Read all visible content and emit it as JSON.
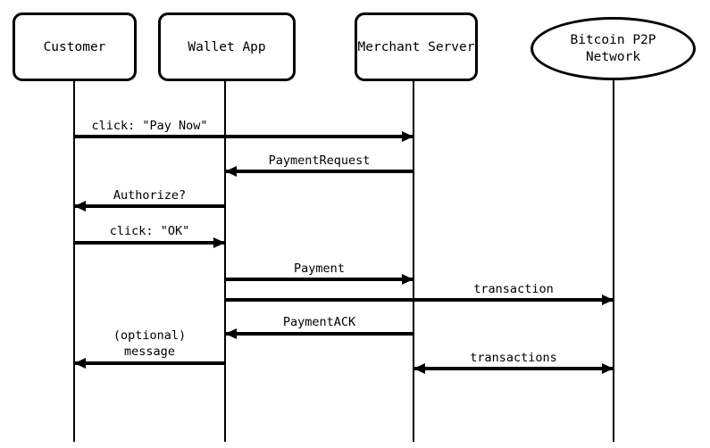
{
  "diagram": {
    "type": "sequence",
    "participants": [
      {
        "id": "customer",
        "label": "Customer",
        "shape": "rounded-rect"
      },
      {
        "id": "wallet-app",
        "label": "Wallet App",
        "shape": "rounded-rect"
      },
      {
        "id": "merchant-server",
        "label": "Merchant Server",
        "shape": "rounded-rect"
      },
      {
        "id": "bitcoin-p2p-network",
        "label": "Bitcoin P2P\nNetwork",
        "shape": "ellipse"
      }
    ],
    "messages": [
      {
        "label": "click: \"Pay Now\"",
        "from": "customer",
        "to": "merchant-server",
        "arrow": "right"
      },
      {
        "label": "PaymentRequest",
        "from": "merchant-server",
        "to": "wallet-app",
        "arrow": "left"
      },
      {
        "label": "Authorize?",
        "from": "wallet-app",
        "to": "customer",
        "arrow": "left"
      },
      {
        "label": "click: \"OK\"",
        "from": "customer",
        "to": "wallet-app",
        "arrow": "right"
      },
      {
        "label": "Payment",
        "from": "wallet-app",
        "to": "merchant-server",
        "arrow": "right"
      },
      {
        "label": "transaction",
        "from": "wallet-app",
        "to": "bitcoin-p2p-network",
        "arrow": "right"
      },
      {
        "label": "PaymentACK",
        "from": "merchant-server",
        "to": "wallet-app",
        "arrow": "left"
      },
      {
        "label": "(optional)\nmessage",
        "from": "wallet-app",
        "to": "customer",
        "arrow": "left"
      },
      {
        "label": "transactions",
        "from": "merchant-server",
        "to": "bitcoin-p2p-network",
        "arrow": "both"
      }
    ],
    "colors": {
      "line": "#000000",
      "fill": "#ffffff",
      "background": "#ffffff"
    }
  }
}
